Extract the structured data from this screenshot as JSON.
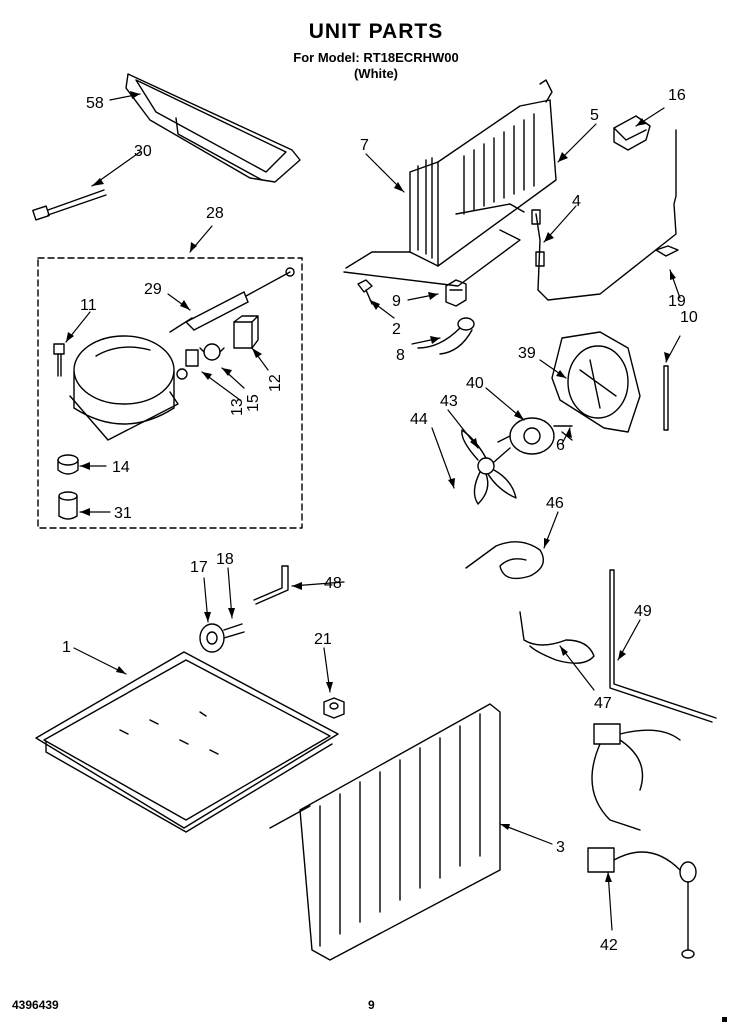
{
  "header": {
    "title": "UNIT PARTS",
    "model": "For Model: RT18ECRHW00",
    "color": "(White)"
  },
  "footer": {
    "code": "4396439",
    "page": "9"
  },
  "callouts": [
    {
      "id": "c58",
      "label": "58"
    },
    {
      "id": "c30",
      "label": "30"
    },
    {
      "id": "c28",
      "label": "28"
    },
    {
      "id": "c29",
      "label": "29"
    },
    {
      "id": "c11",
      "label": "11"
    },
    {
      "id": "c12",
      "label": "12"
    },
    {
      "id": "c15",
      "label": "15"
    },
    {
      "id": "c13",
      "label": "13"
    },
    {
      "id": "c14",
      "label": "14"
    },
    {
      "id": "c31",
      "label": "31"
    },
    {
      "id": "c7",
      "label": "7"
    },
    {
      "id": "c5",
      "label": "5"
    },
    {
      "id": "c16",
      "label": "16"
    },
    {
      "id": "c4",
      "label": "4"
    },
    {
      "id": "c9",
      "label": "9"
    },
    {
      "id": "c2",
      "label": "2"
    },
    {
      "id": "c8",
      "label": "8"
    },
    {
      "id": "c19",
      "label": "19"
    },
    {
      "id": "c10",
      "label": "10"
    },
    {
      "id": "c39",
      "label": "39"
    },
    {
      "id": "c40",
      "label": "40"
    },
    {
      "id": "c43",
      "label": "43"
    },
    {
      "id": "c44",
      "label": "44"
    },
    {
      "id": "c6",
      "label": "6"
    },
    {
      "id": "c46",
      "label": "46"
    },
    {
      "id": "c17",
      "label": "17"
    },
    {
      "id": "c18",
      "label": "18"
    },
    {
      "id": "c48",
      "label": "48"
    },
    {
      "id": "c49",
      "label": "49"
    },
    {
      "id": "c1",
      "label": "1"
    },
    {
      "id": "c21",
      "label": "21"
    },
    {
      "id": "c47",
      "label": "47"
    },
    {
      "id": "c3",
      "label": "3"
    },
    {
      "id": "c42",
      "label": "42"
    }
  ]
}
